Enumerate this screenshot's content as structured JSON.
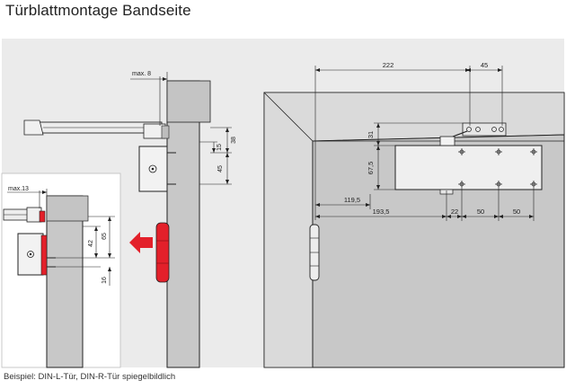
{
  "title": "Türblattmontage Bandseite",
  "caption": "Beispiel: DIN-L-Tür, DIN-R-Tür spiegelbildlich",
  "colors": {
    "panel_bg": "#ebebeb",
    "door": "#c8c8c8",
    "door_dark": "#b9b9b9",
    "frame_light": "#d6d6d6",
    "red_accent": "#e3202a",
    "line": "#222222"
  },
  "dimensions": {
    "max_8": "max. 8",
    "d38": "38",
    "d15": "15",
    "d45_side": "45",
    "max_13": "max.13",
    "d65": "65",
    "d42": "42",
    "d16": "16",
    "d222": "222",
    "d45_top": "45",
    "d31": "31",
    "d67_5": "67,5",
    "d119_5": "119,5",
    "d193_5": "193,5",
    "d22": "22",
    "d50a": "50",
    "d50b": "50"
  },
  "icons": {
    "direction": "red-arrow-left-icon"
  }
}
